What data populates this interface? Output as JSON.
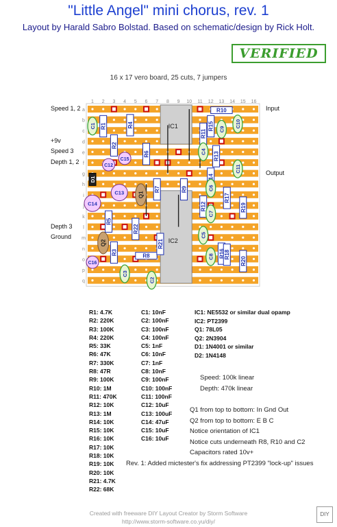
{
  "title": "\"Little Angel\" mini chorus, rev. 1",
  "subtitle": "Layout by Harald Sabro Bolstad. Based on schematic/design by Rick Holt.",
  "stamp": "VERIFIED",
  "board_info": "16 x 17 vero board, 25 cuts, 7 jumpers",
  "columns": [
    "1",
    "2",
    "3",
    "4",
    "5",
    "6",
    "7",
    "8",
    "9",
    "10",
    "11",
    "12",
    "13",
    "14",
    "15",
    "16"
  ],
  "rows": [
    "a",
    "b",
    "c",
    "d",
    "e",
    "f",
    "g",
    "h",
    "i",
    "j",
    "k",
    "l",
    "m",
    "n",
    "o",
    "p",
    "q"
  ],
  "left_labels": [
    {
      "text": "Speed 1, 2",
      "row": 0
    },
    {
      "text": "+9v",
      "row": 3
    },
    {
      "text": "Speed 3",
      "row": 4
    },
    {
      "text": "Depth 1, 2",
      "row": 5
    },
    {
      "text": "Depth 3",
      "row": 11
    },
    {
      "text": "Ground",
      "row": 12
    }
  ],
  "right_labels": [
    {
      "text": "Input",
      "row": 0
    },
    {
      "text": "Output",
      "row": 6
    }
  ],
  "ic_labels": [
    "IC1",
    "IC2"
  ],
  "resistors": [
    {
      "name": "R1",
      "c": 2,
      "r": 0.6,
      "len": 2,
      "v": true
    },
    {
      "name": "R2",
      "c": 3,
      "r": 2.4,
      "len": 2,
      "v": true
    },
    {
      "name": "R3",
      "c": 3,
      "r": 12.4,
      "len": 2,
      "v": true
    },
    {
      "name": "R4",
      "c": 4.5,
      "r": 0.5,
      "len": 2,
      "v": true
    },
    {
      "name": "R5",
      "c": 2.5,
      "r": 9.5,
      "len": 2,
      "v": true
    },
    {
      "name": "R6",
      "c": 6,
      "r": 3.2,
      "len": 2,
      "v": true
    },
    {
      "name": "R7",
      "c": 7,
      "r": 6.5,
      "len": 2,
      "v": true
    },
    {
      "name": "R8",
      "c": 5,
      "r": 13.7,
      "len": 2,
      "v": false
    },
    {
      "name": "R9",
      "c": 9.5,
      "r": 6.5,
      "len": 2,
      "v": true
    },
    {
      "name": "R10",
      "c": 12,
      "r": 0.1,
      "len": 2,
      "v": false
    },
    {
      "name": "R11",
      "c": 11.3,
      "r": 1.3,
      "len": 2,
      "v": true
    },
    {
      "name": "R12",
      "c": 11.3,
      "r": 8.1,
      "len": 2,
      "v": true
    },
    {
      "name": "R13",
      "c": 12.5,
      "r": 3.4,
      "len": 2,
      "v": true
    },
    {
      "name": "R14",
      "c": 12,
      "r": 5.5,
      "len": 2,
      "v": true
    },
    {
      "name": "R15",
      "c": 12,
      "r": 0.6,
      "len": 2,
      "v": true
    },
    {
      "name": "R16",
      "c": 13,
      "r": 12.5,
      "len": 2,
      "v": true
    },
    {
      "name": "R17",
      "c": 13.5,
      "r": 7.3,
      "len": 2,
      "v": true
    },
    {
      "name": "R18",
      "c": 13.5,
      "r": 12.6,
      "len": 2,
      "v": true
    },
    {
      "name": "R19",
      "c": 15,
      "r": 8.2,
      "len": 2,
      "v": true
    },
    {
      "name": "R20",
      "c": 15,
      "r": 13.2,
      "len": 2,
      "v": true
    },
    {
      "name": "R21",
      "c": 7.3,
      "r": 11.6,
      "len": 2,
      "v": true
    },
    {
      "name": "R22",
      "c": 5,
      "r": 10.2,
      "len": 2,
      "v": true
    }
  ],
  "capacitors": [
    {
      "name": "C1",
      "c": 1,
      "r": 1.2,
      "type": "film"
    },
    {
      "name": "C2",
      "c": 6.5,
      "r": 15.6,
      "type": "film"
    },
    {
      "name": "C3",
      "c": 4,
      "r": 15,
      "type": "film"
    },
    {
      "name": "C4",
      "c": 11.3,
      "r": 3.6,
      "type": "film"
    },
    {
      "name": "C5",
      "c": 11.3,
      "r": 11.4,
      "type": "film"
    },
    {
      "name": "C6",
      "c": 12,
      "r": 7,
      "type": "film"
    },
    {
      "name": "C7",
      "c": 12,
      "r": 9.4,
      "type": "film"
    },
    {
      "name": "C8",
      "c": 12,
      "r": 13.4,
      "type": "film"
    },
    {
      "name": "C9",
      "c": 13,
      "r": 1.5,
      "type": "film"
    },
    {
      "name": "C10",
      "c": 14.5,
      "r": 1,
      "type": "film"
    },
    {
      "name": "C11",
      "c": 14.5,
      "r": 5.2,
      "type": "film"
    },
    {
      "name": "C12",
      "c": 2.5,
      "r": 5.2,
      "type": "small"
    },
    {
      "name": "C13",
      "c": 3.5,
      "r": 7.8,
      "type": "elec"
    },
    {
      "name": "C14",
      "c": 1,
      "r": 8.8,
      "type": "elec"
    },
    {
      "name": "C15",
      "c": 4,
      "r": 4.6,
      "type": "small"
    },
    {
      "name": "C16",
      "c": 1,
      "r": 14.3,
      "type": "small"
    }
  ],
  "misc_parts": [
    {
      "name": "D1",
      "c": 1,
      "r": 6.5
    },
    {
      "name": "Q1",
      "c": 5.5,
      "r": 8
    },
    {
      "name": "Q2",
      "c": 2,
      "r": 12.5
    }
  ],
  "parts_list_left": [
    "R1: 4.7K",
    "R2: 220K",
    "R3: 100K",
    "R4: 220K",
    "R5: 33K",
    "R6: 47K",
    "R7: 330K",
    "R8: 47R",
    "R9: 100K",
    "R10: 1M",
    "R11: 470K",
    "R12: 10K",
    "R13: 1M",
    "R14: 10K",
    "R15: 10K",
    "R16: 10K",
    "R17: 10K",
    "R18: 10K",
    "R19: 10K",
    "R20: 10K",
    "R21: 4.7K",
    "R22: 68K"
  ],
  "parts_list_middle": [
    "C1: 10nF",
    "C2: 100nF",
    "C3: 100nF",
    "C4: 100nF",
    "C5: 1nF",
    "C6: 10nF",
    "C7: 1nF",
    "C8: 10nF",
    "C9: 100nF",
    "C10: 100nF",
    "C11: 100nF",
    "C12: 10uF",
    "C13: 100uF",
    "C14: 47uF",
    "C15: 10uF",
    "C16: 10uF"
  ],
  "parts_list_right": [
    "IC1: NE5532 or similar dual opamp",
    "IC2: PT2399",
    "Q1: 78L05",
    "Q2: 2N3904",
    "D1: 1N4001 or similar",
    "D2: 1N4148"
  ],
  "pots": [
    "Speed: 100k linear",
    "Depth: 470k linear"
  ],
  "notes": [
    "Q1 from top to bottom: In Gnd Out",
    "Q2 from top to bottom: E B C",
    "Notice orientation of IC1",
    "Notice cuts underneath R8, R10 and C2",
    "Capacitors rated 10v+"
  ],
  "revision_note": "Rev. 1: Added mictester's fix addressing PT2399 \"lock-up\" issues",
  "footer": [
    "Created with freeware DIY Layout Creator by Storm Software",
    "http://www.storm-software.co.yu/diy/"
  ],
  "logo": "DIY",
  "colors": {
    "strip": "#f4a428",
    "board": "#ffffff",
    "cut": "#cc1111",
    "ic": "#d0d0d0",
    "film": "#e8f5d0",
    "film_border": "#3aa53a",
    "elec": "#f4ccff",
    "res": "#ffffff",
    "res_border": "#1c2fb0",
    "wire": "#222222",
    "label": "#1c2fb0"
  }
}
